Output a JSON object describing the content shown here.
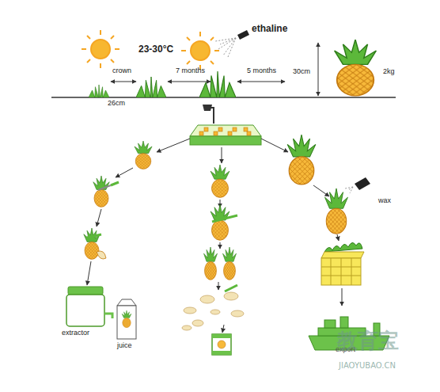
{
  "diagram": {
    "labels": [
      "23-30°C",
      "ethaline",
      "crown",
      "7 months",
      "5 months",
      "30cm",
      "2kg",
      "26cm",
      "wax",
      "extractor",
      "juice",
      "export",
      "教育宝",
      "JIAOYUBAO.CN"
    ]
  }
}
